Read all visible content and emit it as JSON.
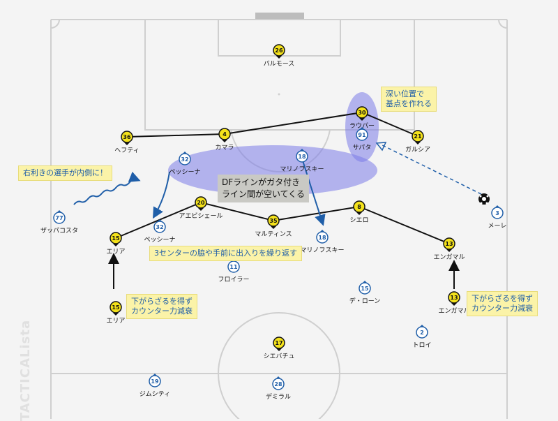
{
  "watermark": "TACTICALista",
  "notes": {
    "right_footed": "右利きの選手が内側に！",
    "deep_position": "深い位置で\n基点を作れる",
    "df_line": "DFラインがガタ付き\nライン間が空いてくる",
    "three_center": "3センターの脇や手前に出入りを繰り返す",
    "left_counter": "下がらざるを得ず\nカウンター力減衰",
    "right_counter": "下がらざるを得ず\nカウンター力減衰"
  },
  "yellow_players": [
    {
      "id": "y26",
      "num": "26",
      "name": "バルモース"
    },
    {
      "id": "y30",
      "num": "30",
      "name": "ラウパー"
    },
    {
      "id": "y36",
      "num": "36",
      "name": "ヘフティ"
    },
    {
      "id": "y4",
      "num": "4",
      "name": "カマラ"
    },
    {
      "id": "y21",
      "num": "21",
      "name": "ガルシア"
    },
    {
      "id": "y20",
      "num": "20",
      "name": "アエビシェール"
    },
    {
      "id": "y8",
      "num": "8",
      "name": "シエロ"
    },
    {
      "id": "y35",
      "num": "35",
      "name": "マルティンス"
    },
    {
      "id": "y15a",
      "num": "15",
      "name": "エリア"
    },
    {
      "id": "y13a",
      "num": "13",
      "name": "エンガマル"
    },
    {
      "id": "y15b",
      "num": "15",
      "name": "エリア"
    },
    {
      "id": "y13b",
      "num": "13",
      "name": "エンガマル"
    },
    {
      "id": "y17",
      "num": "17",
      "name": "シエバチュ"
    }
  ],
  "blue_players": [
    {
      "id": "b91",
      "num": "91",
      "name": "サパタ"
    },
    {
      "id": "b18a",
      "num": "18",
      "name": "マリノフスキー"
    },
    {
      "id": "b32a",
      "num": "32",
      "name": "ペッシーナ"
    },
    {
      "id": "b77",
      "num": "77",
      "name": "ザッパコスタ"
    },
    {
      "id": "b32b",
      "num": "32",
      "name": "ペッシーナ"
    },
    {
      "id": "b18b",
      "num": "18",
      "name": "マリノフスキー"
    },
    {
      "id": "b3",
      "num": "3",
      "name": "メーレ"
    },
    {
      "id": "b11",
      "num": "11",
      "name": "フロイラー"
    },
    {
      "id": "b15",
      "num": "15",
      "name": "デ・ローン"
    },
    {
      "id": "b2",
      "num": "2",
      "name": "トロイ"
    },
    {
      "id": "b19",
      "num": "19",
      "name": "ジムシティ"
    },
    {
      "id": "b28",
      "num": "28",
      "name": "デミラル"
    }
  ]
}
